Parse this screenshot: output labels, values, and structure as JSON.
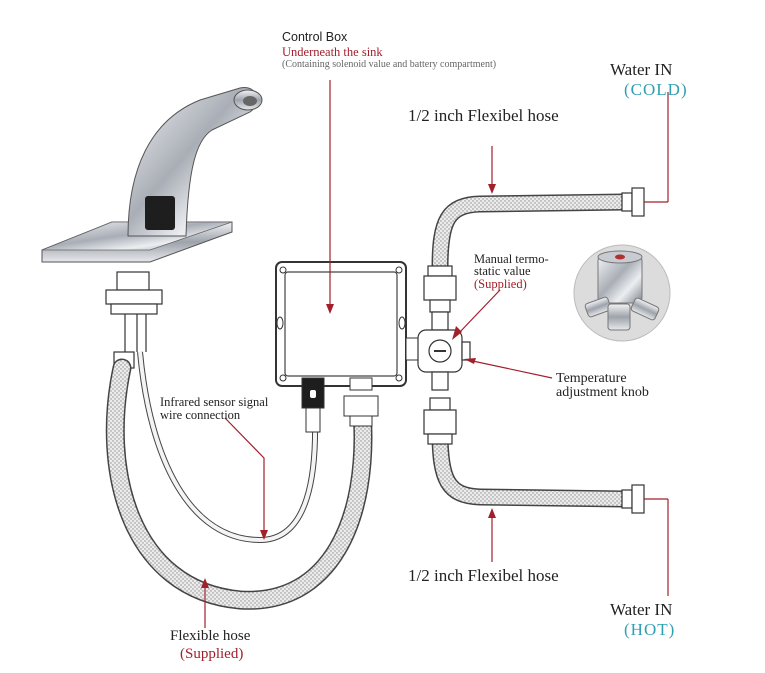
{
  "control_box": {
    "title": "Control Box",
    "subtitle": "Underneath the sink",
    "note": "(Containing solenoid value and battery compartment)"
  },
  "water_in_cold": {
    "label": "Water IN",
    "tag": "(COLD)"
  },
  "water_in_hot": {
    "label": "Water IN",
    "tag": "(HOT)"
  },
  "hose_top": {
    "label": "1/2 inch Flexibel hose"
  },
  "hose_bottom": {
    "label": "1/2 inch Flexibel hose"
  },
  "thermostatic_valve": {
    "line1": "Manual termo-",
    "line2": "static value",
    "tag": "(Supplied)"
  },
  "temperature_knob": {
    "line1": "Temperature",
    "line2": "adjustment knob"
  },
  "sensor_wire": {
    "line1": "Infrared sensor signal",
    "line2": "wire connection"
  },
  "flexible_hose": {
    "label": "Flexible hose",
    "tag": "(Supplied)"
  },
  "colors": {
    "accent_red": "#a2202c",
    "accent_teal": "#2f9fb3",
    "chrome": "#c8ccd2",
    "outline": "#333333"
  }
}
